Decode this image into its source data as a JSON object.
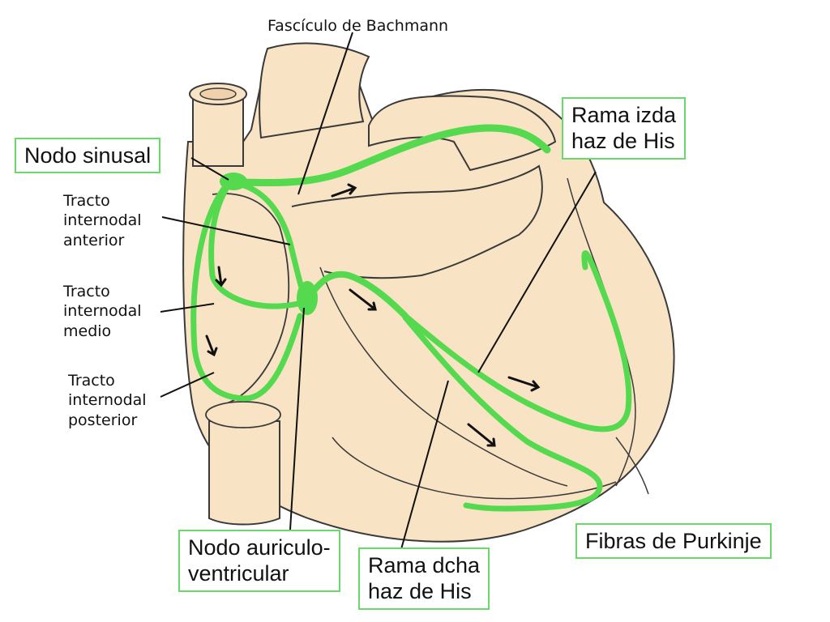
{
  "labels": {
    "fasciculo_bachmann": "Fascículo de Bachmann",
    "nodo_sinusal": "Nodo sinusal",
    "rama_izda": [
      "Rama izda",
      "haz de His"
    ],
    "tracto_anterior": [
      "Tracto",
      "internodal",
      "anterior"
    ],
    "tracto_medio": [
      "Tracto",
      "internodal",
      "medio"
    ],
    "tracto_posterior": [
      "Tracto",
      "internodal",
      "posterior"
    ],
    "nodo_av": [
      "Nodo auriculo-",
      "ventricular"
    ],
    "rama_dcha": [
      "Rama dcha",
      "haz de His"
    ],
    "fibras_purkinje": "Fibras de Purkinje"
  },
  "colors": {
    "heart_fill": "#f8e3c4",
    "outline": "#3a3a3a",
    "conduction": "#55d94e",
    "conduction_dark": "#2a8a2a",
    "box_border": "#6bd86b"
  }
}
